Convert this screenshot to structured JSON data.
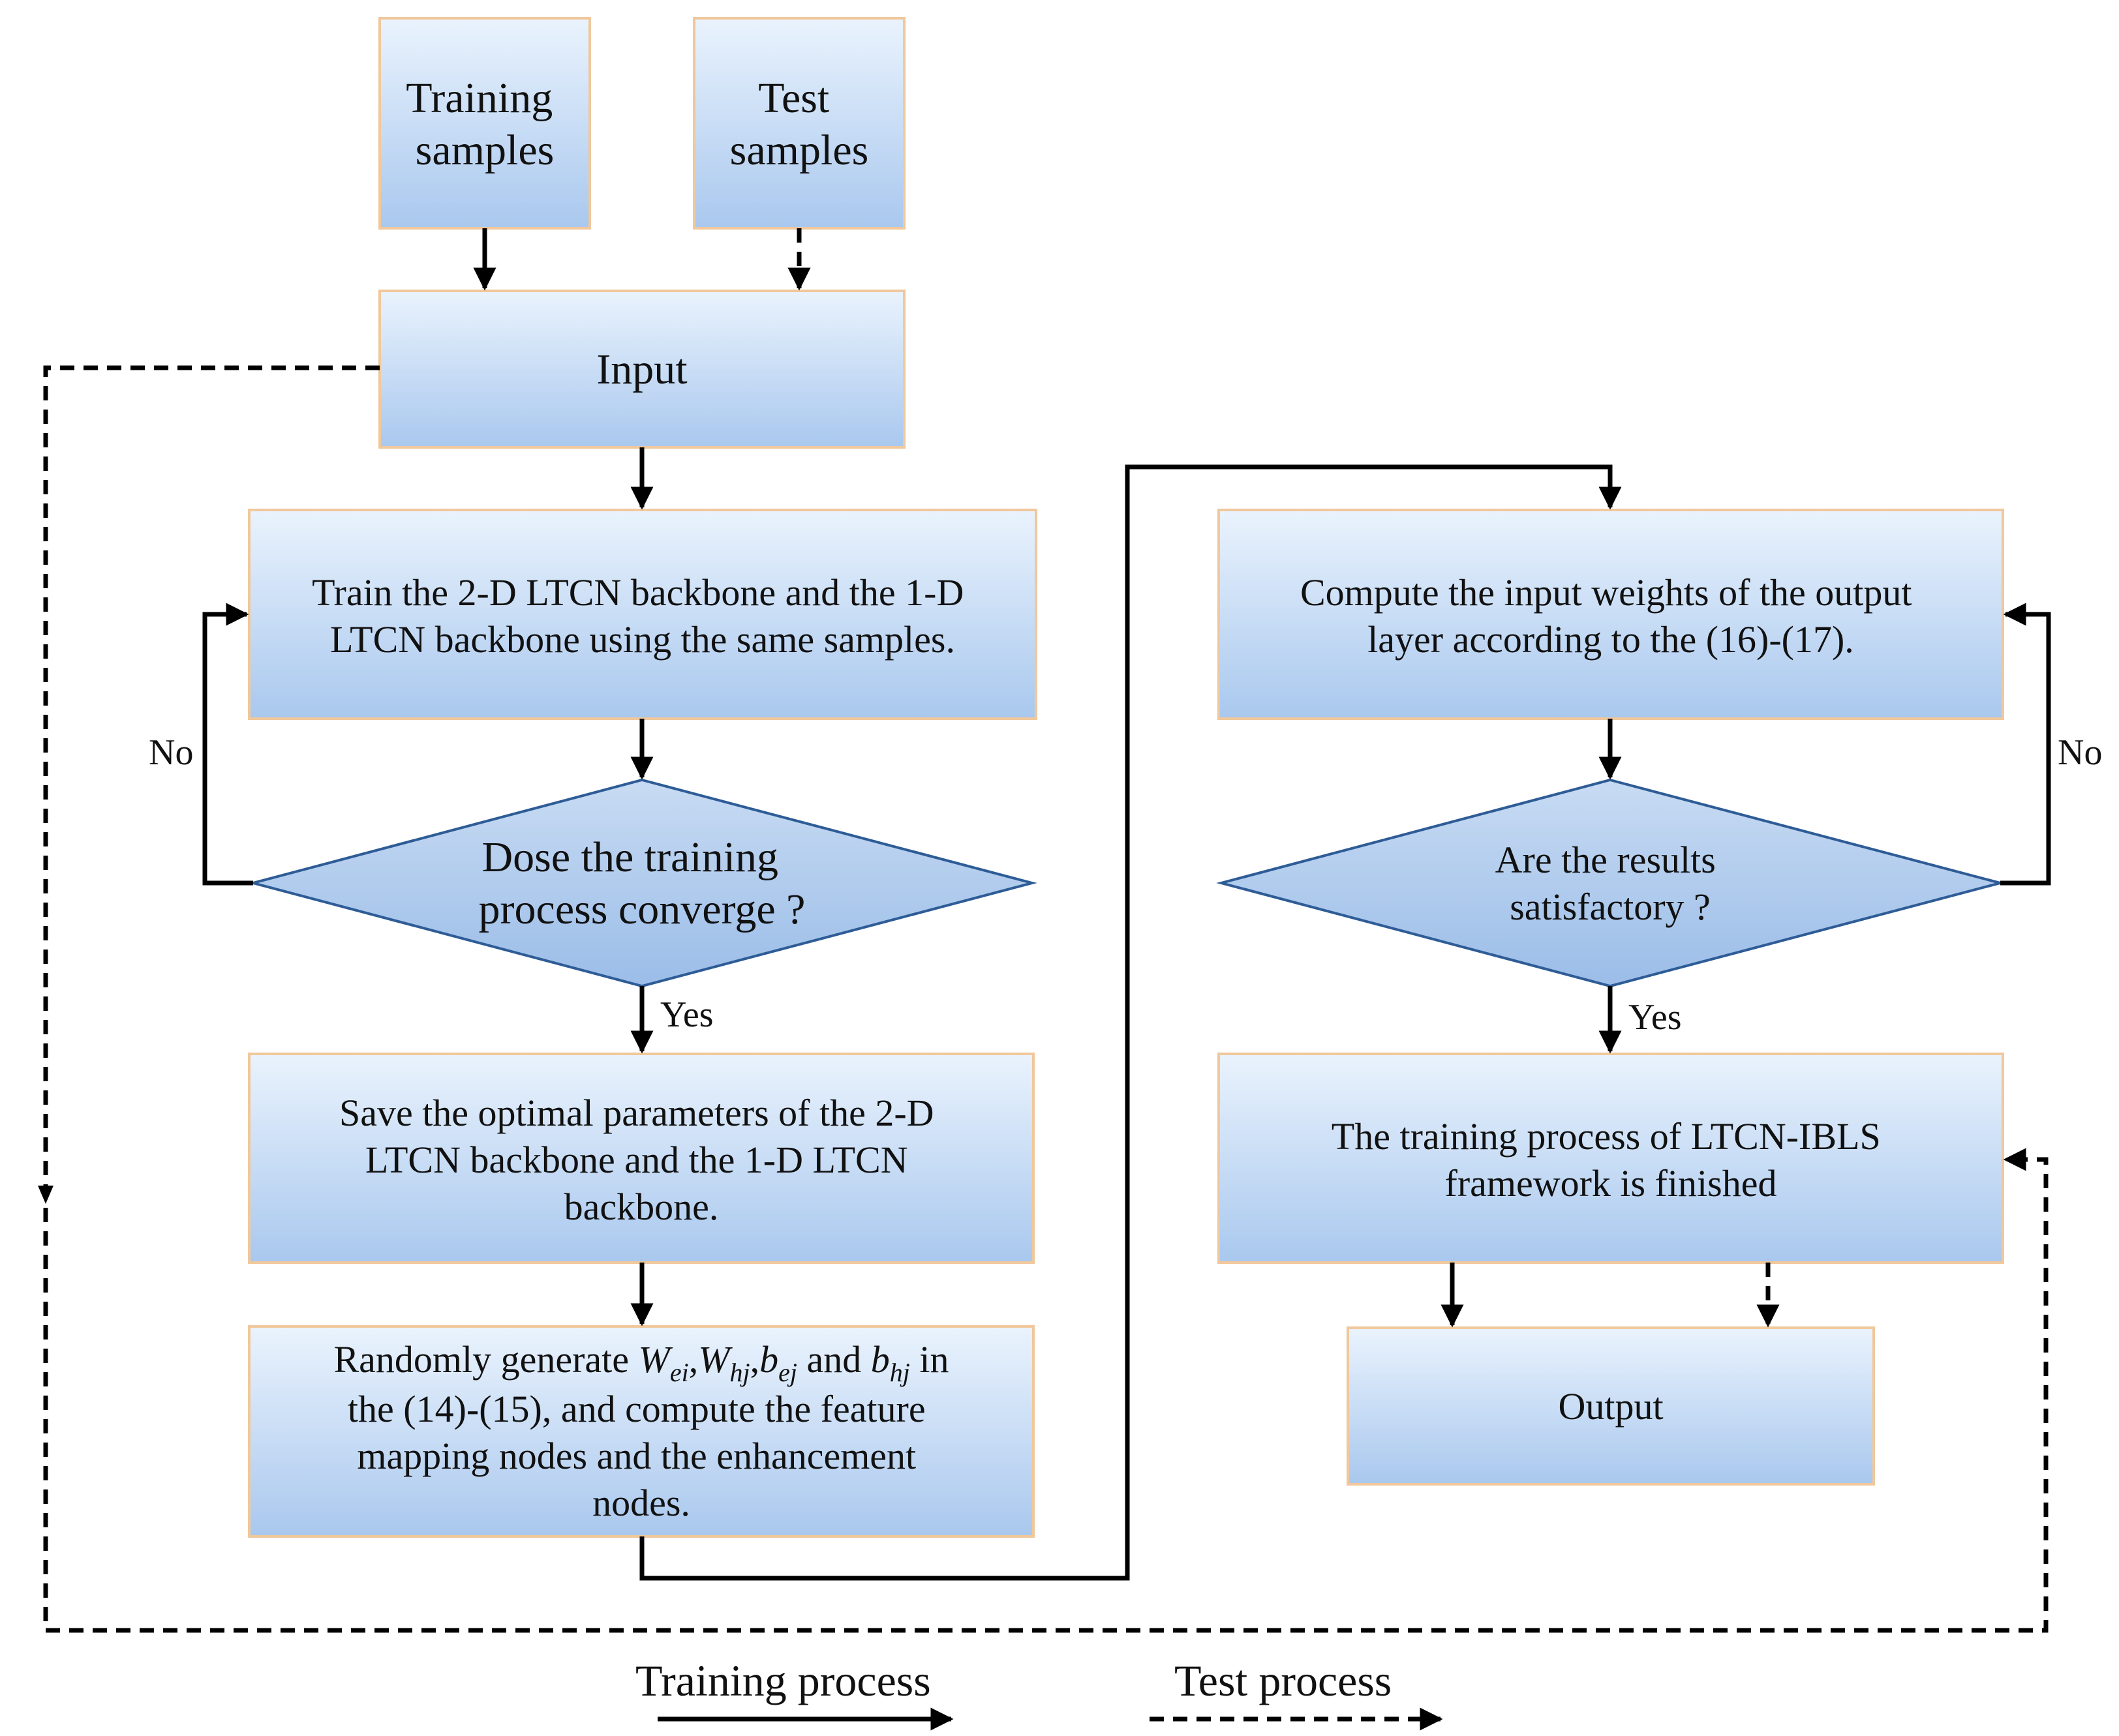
{
  "nodes": {
    "training_samples": {
      "lines": [
        "Training",
        "samples"
      ]
    },
    "test_samples": {
      "lines": [
        "Test",
        "samples"
      ]
    },
    "input": {
      "lines": [
        "Input"
      ]
    },
    "train_backbone": {
      "lines": [
        "Train the 2-D LTCN backbone and the 1-D",
        "LTCN backbone using the same samples."
      ]
    },
    "converge": {
      "lines": [
        "Dose the training",
        "process converge ?"
      ]
    },
    "save_params": {
      "lines": [
        "Save the optimal parameters of the 2-D",
        "LTCN backbone and the 1-D LTCN",
        "backbone."
      ]
    },
    "random_generate": {
      "line1_pre": "Randomly generate ",
      "line1_post": " in",
      "lines": [
        "the (14)-(15), and compute the feature",
        "mapping nodes and the enhancement",
        "nodes."
      ]
    },
    "compute_weights": {
      "lines": [
        "Compute the input weights of the output",
        "layer according to the (16)-(17)."
      ]
    },
    "satisfactory": {
      "lines": [
        "Are the results",
        "satisfactory ?"
      ]
    },
    "finished": {
      "lines": [
        "The training process of LTCN-IBLS",
        "framework is finished"
      ]
    },
    "output": {
      "lines": [
        "Output"
      ]
    }
  },
  "math": {
    "W": "W",
    "b": "b",
    "sub_ei": "ei",
    "sub_hj": "hj",
    "sub_ej": "ej",
    "comma": ",",
    "and": " and "
  },
  "edge_labels": {
    "no_left": "No",
    "no_right": "No",
    "yes_left": "Yes",
    "yes_right": "Yes"
  },
  "legend": {
    "training": "Training process",
    "test": "Test process"
  },
  "colors": {
    "box_top": "#eaf3fd",
    "box_bottom": "#a9c8ee",
    "box_border": "#f0c89c",
    "diamond_top": "#c2d7f1",
    "diamond_bottom": "#9bbde8",
    "diamond_border": "#2e5c96",
    "line": "#000000"
  }
}
